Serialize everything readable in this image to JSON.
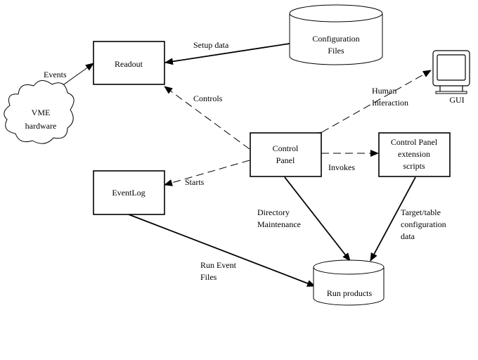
{
  "nodes": {
    "readout": "Readout",
    "eventlog": "EventLog",
    "control_panel": [
      "Control",
      "Panel"
    ],
    "extension_scripts": [
      "Control Panel",
      "extension",
      "scripts"
    ],
    "config_files": [
      "Configuration",
      "Files"
    ],
    "run_products": "Run products",
    "vme_hardware": [
      "VME",
      "hardware"
    ],
    "gui": "GUI"
  },
  "edges": {
    "events": "Events",
    "setup_data": "Setup data",
    "controls": "Controls",
    "human_interaction": [
      "Human",
      "Interaction"
    ],
    "starts": "Starts",
    "invokes": "Invokes",
    "directory_maintenance": [
      "Directory",
      "Maintenance"
    ],
    "target_table": [
      "Target/table",
      "configuration",
      "data"
    ],
    "run_event_files": [
      "Run Event",
      "Files"
    ]
  }
}
